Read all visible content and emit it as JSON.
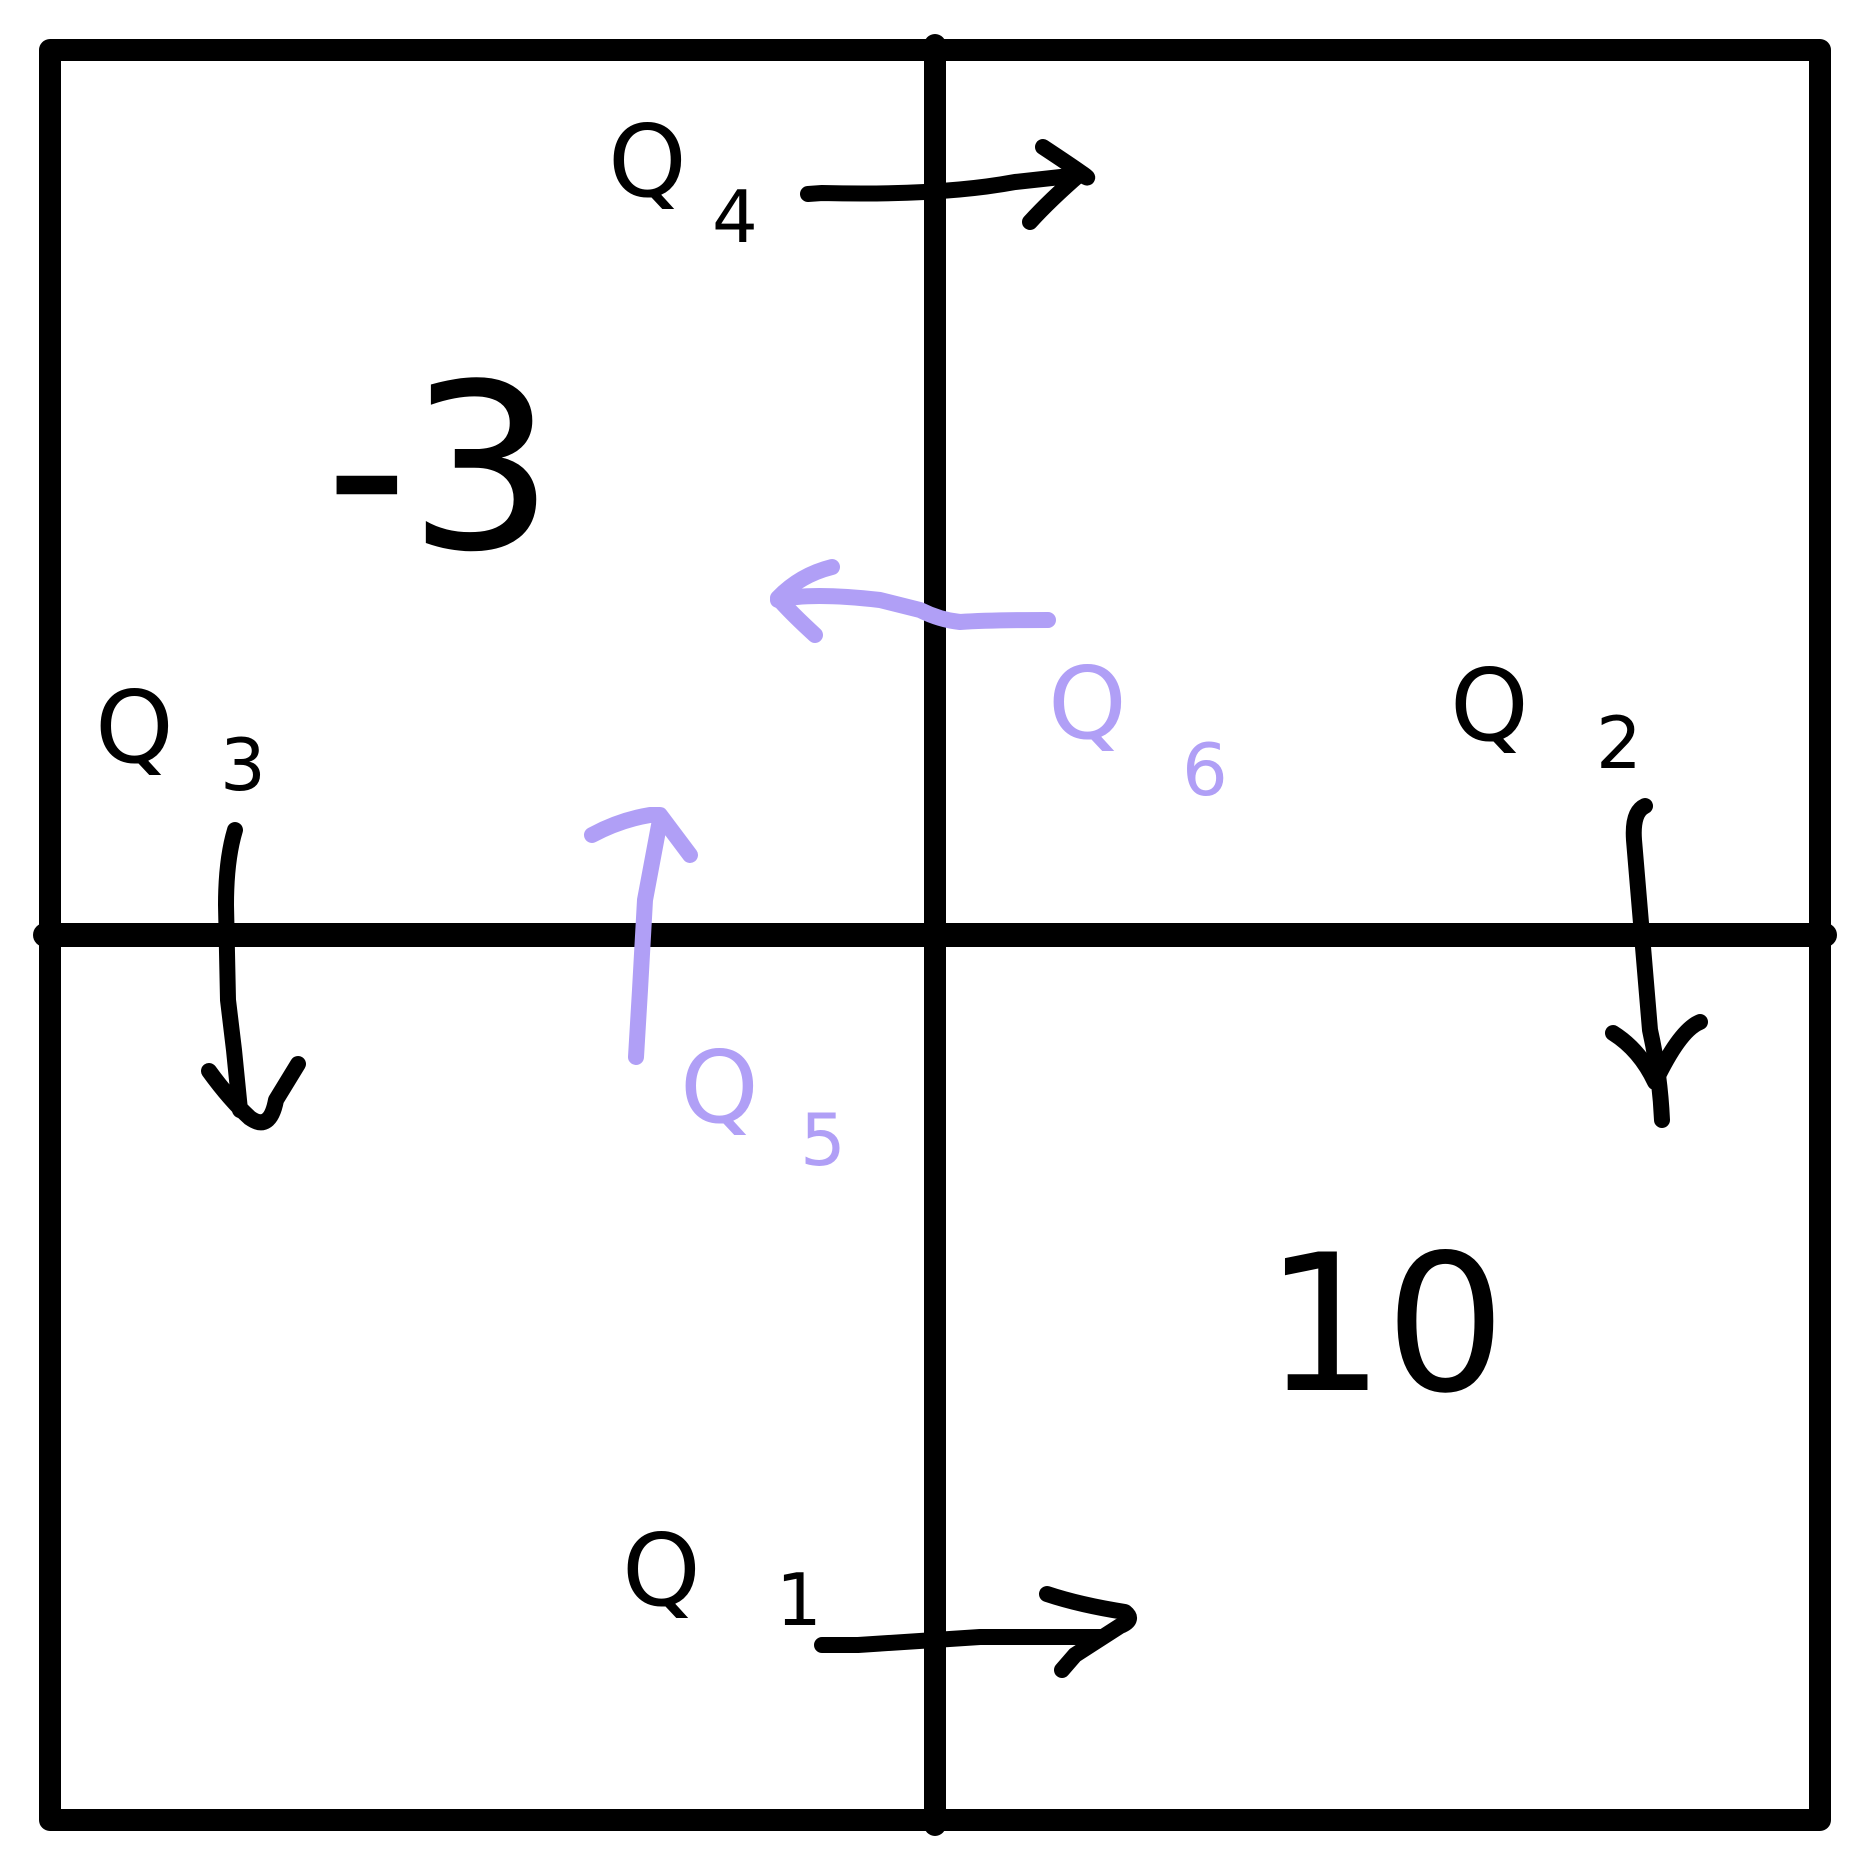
{
  "colors": {
    "ink": "#000000",
    "highlight": "#B09FF6",
    "background": "#FFFFFF"
  },
  "cells": {
    "top_left_value": "-3",
    "bottom_right_value": "10"
  },
  "moves": [
    {
      "label": "Q",
      "sub": "4",
      "color": "ink"
    },
    {
      "label": "Q",
      "sub": "2",
      "color": "ink"
    },
    {
      "label": "Q",
      "sub": "3",
      "color": "ink"
    },
    {
      "label": "Q",
      "sub": "1",
      "color": "ink"
    },
    {
      "label": "Q",
      "sub": "6",
      "color": "highlight"
    },
    {
      "label": "Q",
      "sub": "5",
      "color": "highlight"
    }
  ]
}
